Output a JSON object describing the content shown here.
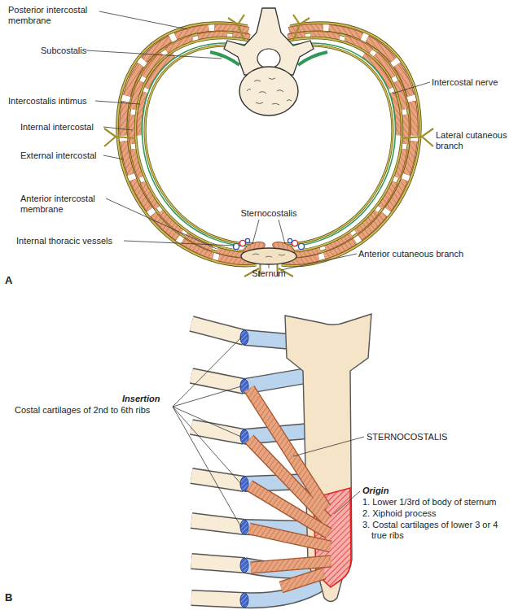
{
  "diagram": {
    "labels": [
      "Posterior intercostal membrane",
      "Subcostalis",
      "Intercostalis intimus",
      "Internal intercostal",
      "External intercostal",
      "Anterior intercostal membrane",
      "Internal thoracic vessels",
      "Sternocostalis",
      "Sternum",
      "Intercostal nerve",
      "Lateral cutaneous branch",
      "Anterior cutaneous branch",
      "A",
      "Insertion",
      "Costal cartilages of 2nd to 6th ribs",
      "STERNOCOSTALIS",
      "Origin",
      "1. Lower 1/3rd of body of sternum",
      "2. Xiphoid process",
      "3. Costal cartilages of lower 3 or 4 true ribs",
      "B"
    ]
  }
}
